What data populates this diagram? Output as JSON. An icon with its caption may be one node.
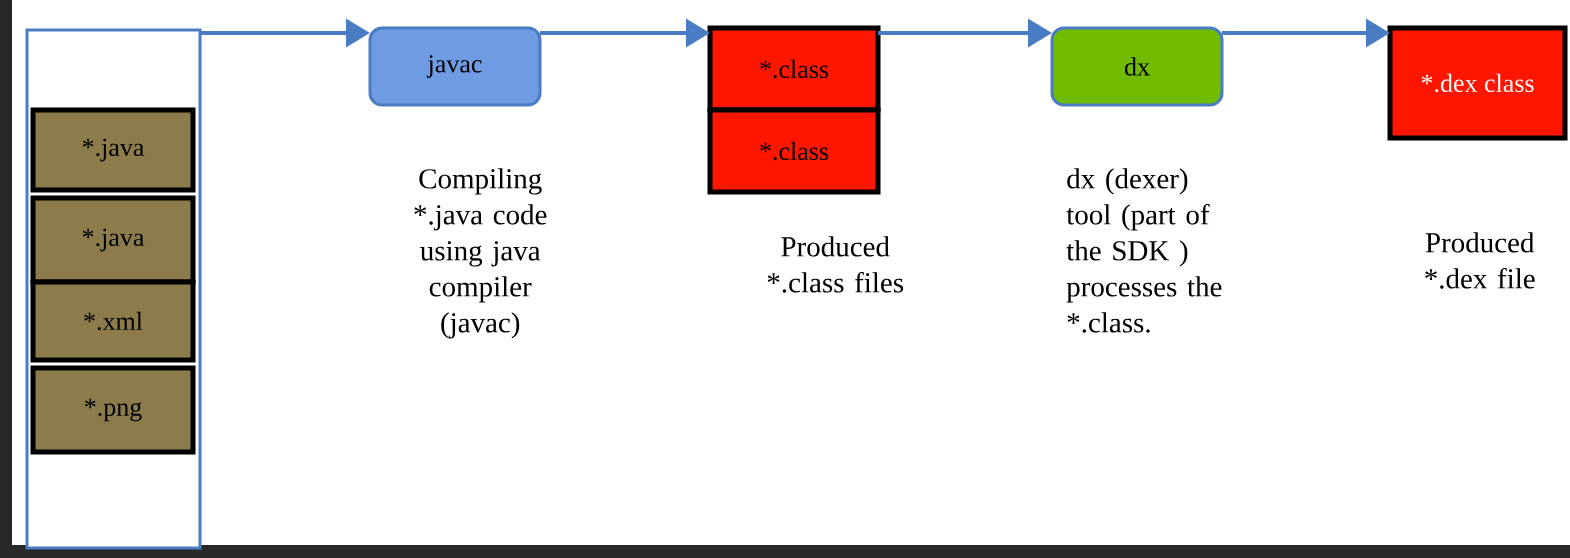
{
  "diagram": {
    "nodes": [
      {
        "text": [],
        "shape": "box"
      },
      {
        "text": [
          "*.java"
        ],
        "in": 0
      },
      {
        "text": [
          "*.java"
        ],
        "in": 0
      },
      {
        "text": [
          "*.xml"
        ],
        "in": 0
      },
      {
        "text": [
          "*.png"
        ],
        "in": 0
      },
      {
        "text": [
          "javac"
        ],
        "beside": [
          "Compiling *.java code using java compiler (javac)"
        ]
      },
      {
        "text": [
          "*.class"
        ]
      },
      {
        "text": [
          "*.class"
        ],
        "beside": [
          "Produced *.class files"
        ]
      },
      {
        "text": [
          "dx"
        ],
        "beside": [
          "dx (dexer) tool (part of the SDK ) processes the *.class."
        ]
      },
      {
        "text": [
          "*.dex class"
        ],
        "beside": [
          "Produced *.dex file"
        ]
      }
    ],
    "edges": [
      {
        "from": 0,
        "to": 5,
        "arrow": "to"
      },
      {
        "from": 5,
        "to": 6,
        "arrow": "to"
      },
      {
        "from": 6,
        "to": 8,
        "arrow": "to"
      },
      {
        "from": 8,
        "to": 9,
        "arrow": "to"
      }
    ]
  }
}
